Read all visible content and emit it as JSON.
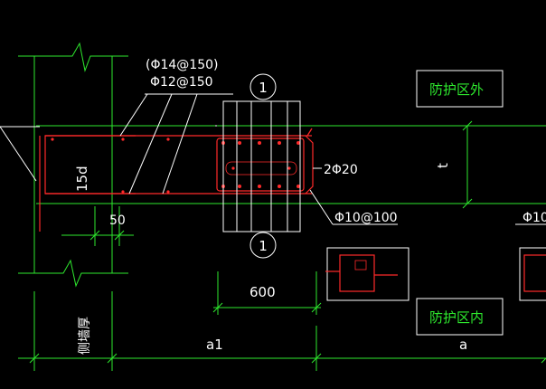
{
  "labels": {
    "rebar_top_1": "(Φ14@150)",
    "rebar_top_2": "Φ12@150",
    "section_mark_top": "1",
    "section_mark_bottom": "1",
    "zone_outside": "防护区外",
    "zone_inside": "防护区内",
    "anchor_15d": "15d",
    "dim_50": "50",
    "bars_2phi20": "2Φ20",
    "stirrup": "Φ10@100",
    "stirrup_right": "Φ10",
    "dim_600": "600",
    "thickness_t": "t",
    "side_wall_thickness": "侧墙厚",
    "dim_a1": "a1",
    "dim_a": "a"
  },
  "colors": {
    "background": "#000000",
    "lines": "#ffffff",
    "grid": "#2ee82e",
    "rebar": "#ff2a2a"
  }
}
